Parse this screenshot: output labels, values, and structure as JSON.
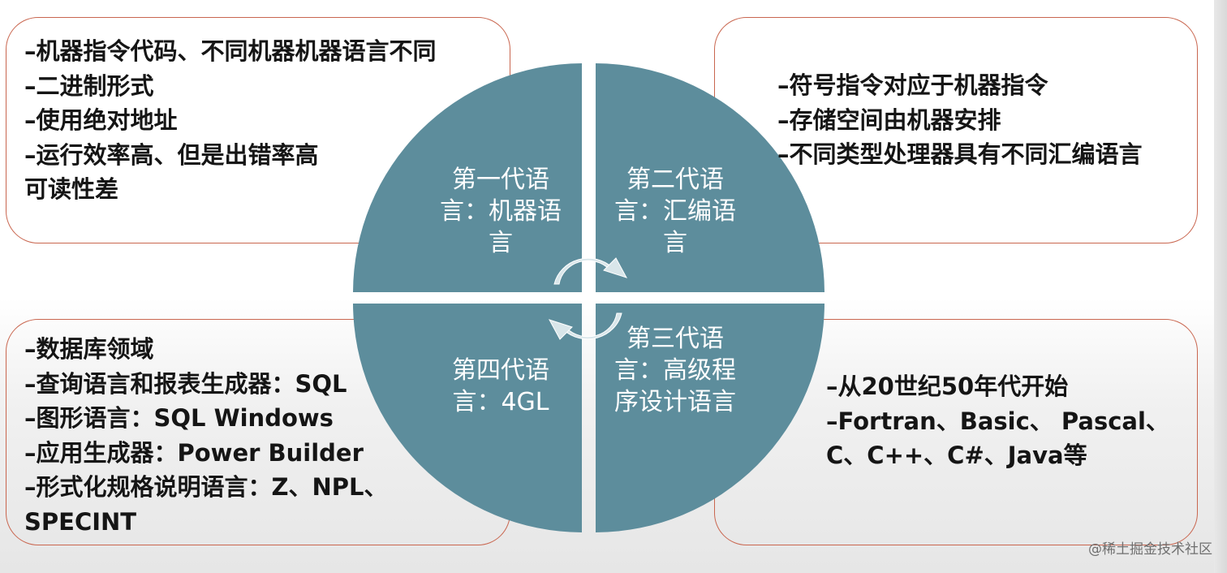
{
  "quadrants": [
    {
      "label": "第一代语言：机器语言"
    },
    {
      "label": "第二代语言：汇编语言"
    },
    {
      "label": "第三代语言：高级程序设计语言"
    },
    {
      "label": "第四代语言：4GL"
    }
  ],
  "cards": {
    "top_left": {
      "lines": [
        "–机器指令代码、不同机器机器语言不同",
        "–二进制形式",
        "–使用绝对地址",
        "–运行效率高、但是出错率高",
        "可读性差"
      ]
    },
    "top_right": {
      "lines": [
        "–符号指令对应于机器指令",
        "–存储空间由机器安排",
        "–不同类型处理器具有不同汇编语言"
      ]
    },
    "bottom_left": {
      "lines": [
        "–数据库领域",
        "–查询语言和报表生成器：SQL",
        "–图形语言：SQL Windows",
        "–应用生成器：Power Builder",
        "–形式化规格说明语言：Z、NPL、",
        "SPECINT"
      ]
    },
    "bottom_right": {
      "lines": [
        "–从20世纪50年代开始",
        "–Fortran、Basic、 Pascal、",
        "C、C++、C#、Java等"
      ]
    }
  },
  "watermark": "@稀土掘金技术社区",
  "colors": {
    "quadrant_fill": "#5d8d9c",
    "card_border": "#c9664f",
    "arrow_fill": "#d9e6ea"
  }
}
